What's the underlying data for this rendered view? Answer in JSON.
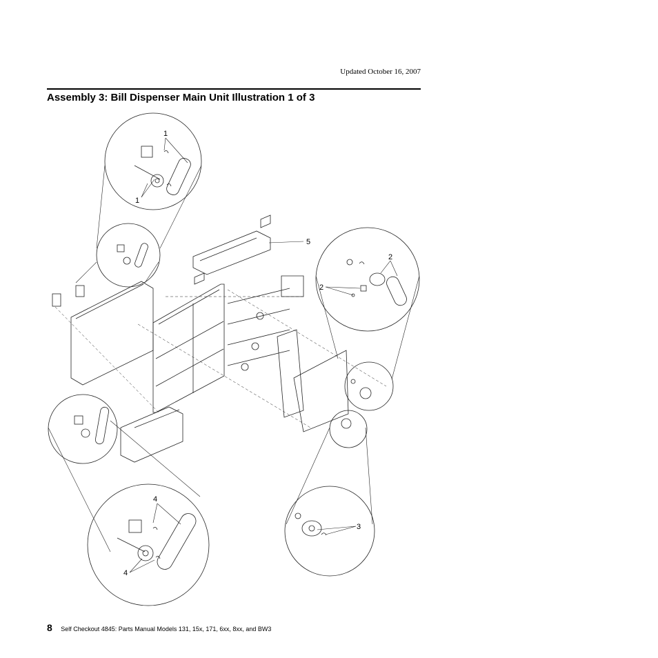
{
  "header": {
    "updated": "Updated October 16, 2007"
  },
  "section": {
    "title": "Assembly 3: Bill Dispenser Main Unit Illustration 1 of 3"
  },
  "callouts": {
    "c1_top": "1",
    "c1_bottom": "1",
    "c2_top": "2",
    "c2_left": "2",
    "c3": "3",
    "c4_top": "4",
    "c4_bottom": "4",
    "c5": "5"
  },
  "footer": {
    "page_number": "8",
    "text": "Self Checkout 4845:  Parts Manual Models 131, 15x, 171, 6xx, 8xx, and BW3"
  }
}
